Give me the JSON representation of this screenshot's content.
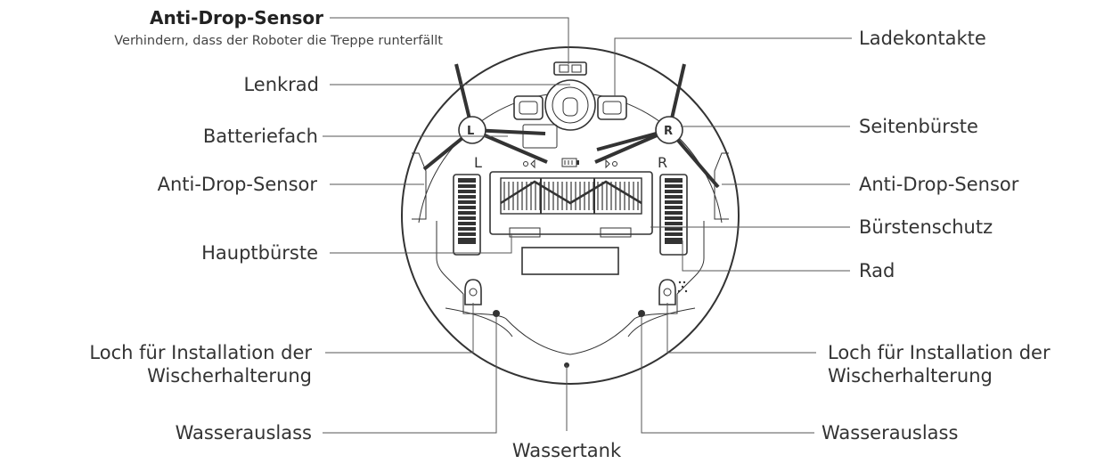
{
  "labels": {
    "top_sensor_title": "Anti-Drop-Sensor",
    "top_sensor_desc": "Verhindern, dass der Roboter die Treppe runterfällt",
    "steering_wheel": "Lenkrad",
    "battery": "Batteriefach",
    "left_sensor": "Anti-Drop-Sensor",
    "main_brush": "Hauptbürste",
    "left_mop_hole_line1": "Loch für Installation der",
    "left_mop_hole_line2": "Wischerhalterung",
    "left_water_outlet": "Wasserauslass",
    "water_tank": "Wassertank",
    "charging_contacts": "Ladekontakte",
    "side_brush": "Seitenbürste",
    "right_sensor": "Anti-Drop-Sensor",
    "brush_guard": "Bürstenschutz",
    "wheel": "Rad",
    "right_mop_hole_line1": "Loch für Installation der",
    "right_mop_hole_line2": "Wischerhalterung",
    "right_water_outlet": "Wasserauslass"
  },
  "marks": {
    "left_side": "L",
    "right_side": "R",
    "left_brush_hub": "L",
    "right_brush_hub": "R"
  }
}
